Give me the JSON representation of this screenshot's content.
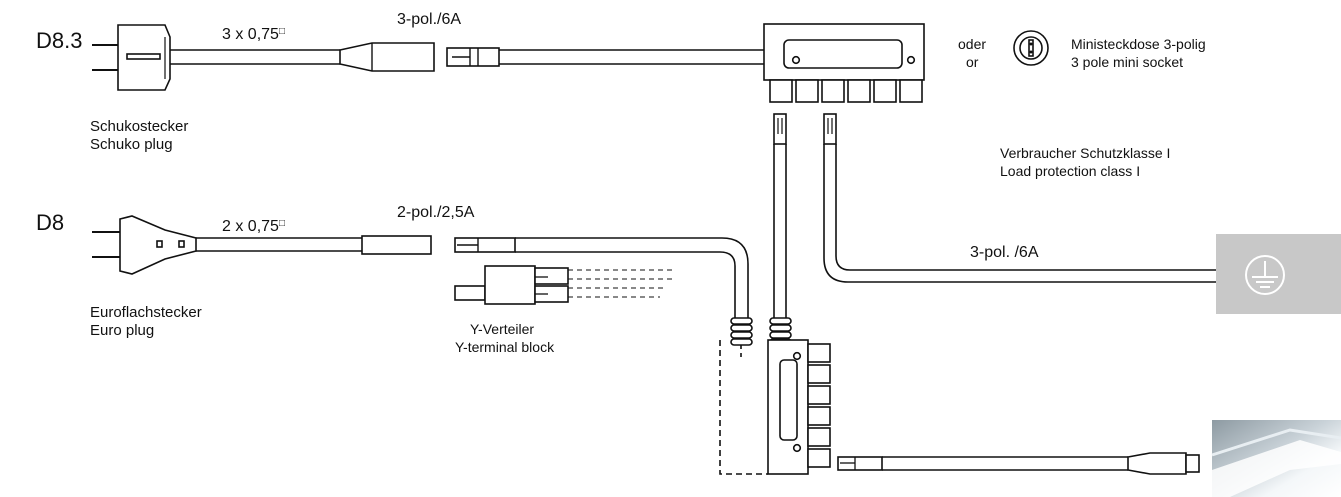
{
  "d83": {
    "code": "D8.3",
    "cable_spec": "3 x 0,75",
    "connector_spec": "3-pol./6A",
    "plug_label_de": "Schukostecker",
    "plug_label_en": "Schuko plug"
  },
  "d8": {
    "code": "D8",
    "cable_spec": "2 x 0,75",
    "connector_spec": "2-pol./2,5A",
    "plug_label_de": "Euroflachstecker",
    "plug_label_en": "Euro plug"
  },
  "y_terminal": {
    "label_de": "Y-Verteiler",
    "label_en": "Y-terminal block"
  },
  "mini_socket": {
    "oder": "oder",
    "or": "or",
    "label_de": "Ministeckdose 3-polig",
    "label_en": "3 pole mini socket"
  },
  "load": {
    "label_de": "Verbraucher Schutzklasse I",
    "label_en": "Load protection class I",
    "cable_spec": "3-pol. /6A"
  },
  "icons": {
    "protection_class_symbol": "earth-ground-icon",
    "luminaire": "led-light-photo"
  },
  "colors": {
    "line": "#111111",
    "ground_box": "#c8c8c8"
  }
}
